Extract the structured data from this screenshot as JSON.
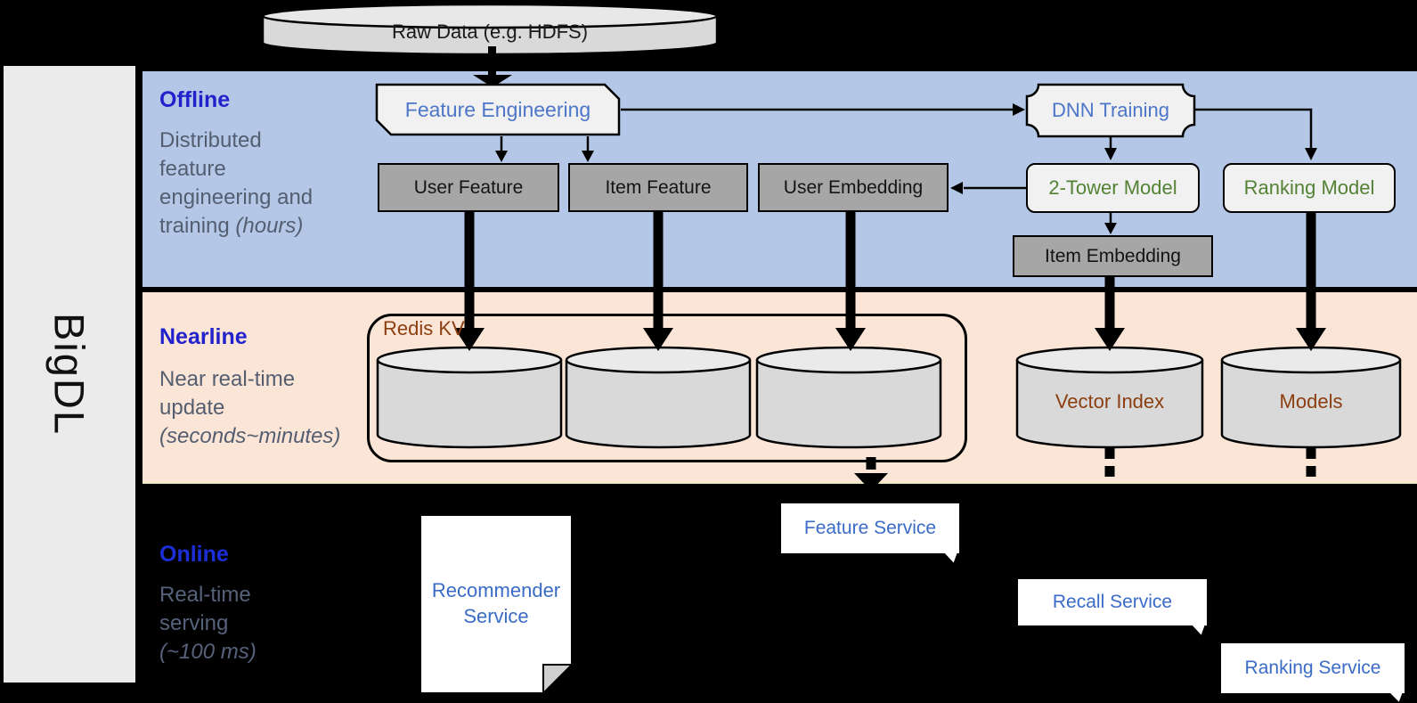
{
  "brand": {
    "label": "BigDL"
  },
  "sections": {
    "offline": {
      "title": "Offline",
      "desc": "Distributed\nfeature\nengineering and\ntraining ",
      "desc_italic": "(hours)"
    },
    "nearline": {
      "title": "Nearline",
      "desc": "Near real-time\nupdate\n",
      "desc_italic": "(seconds~minutes)"
    },
    "online": {
      "title": "Online",
      "desc": "Real-time\nserving\n",
      "desc_italic": "(~100 ms)"
    }
  },
  "nodes": {
    "raw_data": "Raw Data (e.g. HDFS)",
    "feature_engineering": "Feature Engineering",
    "dnn_training": "DNN Training",
    "user_feature": "User Feature",
    "item_feature": "Item Feature",
    "user_embedding": "User Embedding",
    "two_tower_model": "2-Tower Model",
    "ranking_model": "Ranking Model",
    "item_embedding": "Item Embedding",
    "redis_kv": "Redis KV",
    "vector_index": "Vector Index",
    "models": "Models",
    "recommender_service": "Recommender\nService",
    "feature_service": "Feature Service",
    "recall_service": "Recall Service",
    "ranking_service": "Ranking Service"
  },
  "colors": {
    "offline_band": "#B4C7E7",
    "nearline_band": "#FBE5D6",
    "section_title_blue": "#2222CC",
    "box_text_blue": "#4D76C8",
    "service_text_blue": "#3A6BC7",
    "model_text_green": "#548235",
    "storage_text_brown": "#8B3E10",
    "gray_box": "#A6A6A6",
    "light_box": "#F1F1F2",
    "cylinder": "#D9D9D9"
  }
}
